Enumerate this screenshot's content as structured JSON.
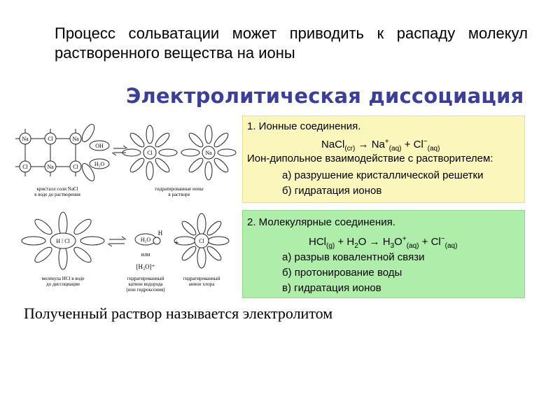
{
  "intro_text": "Процесс сольватации может приводить к распаду молекул растворенного вещества на ионы",
  "slide": {
    "title": "Электролитическая диссоциация",
    "diagrams": {
      "nacl_crystal_caption_1": "кристалл соли NaCl",
      "nacl_crystal_caption_2": "в воде до растворения",
      "hydrated_ions_caption_1": "гидратированные ионы",
      "hydrated_ions_caption_2": "в растворе",
      "hcl_caption_1": "молекула HCl в воде",
      "hcl_caption_2": "до диссоциации",
      "hydronium_caption_1": "гидратированный",
      "hydronium_caption_2": "катион водорода",
      "hydronium_caption_3": "(ион гидроксония)",
      "chloride_caption_1": "гидратированный",
      "chloride_caption_2": "анион хлора",
      "or_label": "или",
      "plus_label": "+",
      "na_label": "Na",
      "cl_label": "Cl",
      "oh_label": "OH",
      "h2o_label": "H₂O",
      "h_label": "H",
      "h3o_label": "[H₃O]⁺",
      "hcl_label": "H ⁞ Cl"
    },
    "ionic": {
      "heading": "1. Ионные соединения.",
      "eq": {
        "lhs": "NaCl",
        "lhs_sub": "(cr)",
        "arrow": "→",
        "p1": "Na",
        "p1_sup": "+",
        "p1_sub": "(aq)",
        "plus": "+",
        "p2": "Cl",
        "p2_sup": "−",
        "p2_sub": "(aq)"
      },
      "interaction": "Ион-дипольное взаимодействие с растворителем:",
      "item_a": "а) разрушение кристаллической решетки",
      "item_b": "б) гидратация ионов"
    },
    "molecular": {
      "heading": "2. Молекулярные соединения.",
      "eq": {
        "r1": "HCl",
        "r1_sub": "(g)",
        "plus1": "+",
        "r2": "H",
        "r2_sub": "2",
        "r2_tail": "O",
        "arrow": "→",
        "p1": "H",
        "p1_sub": "3",
        "p1_mid": "O",
        "p1_sup": "+",
        "p1_sub2": "(aq)",
        "plus2": "+",
        "p2": "Cl",
        "p2_sup": "−",
        "p2_sub": "(aq)"
      },
      "item_a": "а) разрыв ковалентной связи",
      "item_b": "б) протонирование воды",
      "item_c": "в) гидратация ионов"
    }
  },
  "result_text": "Полученный раствор называется электролитом"
}
